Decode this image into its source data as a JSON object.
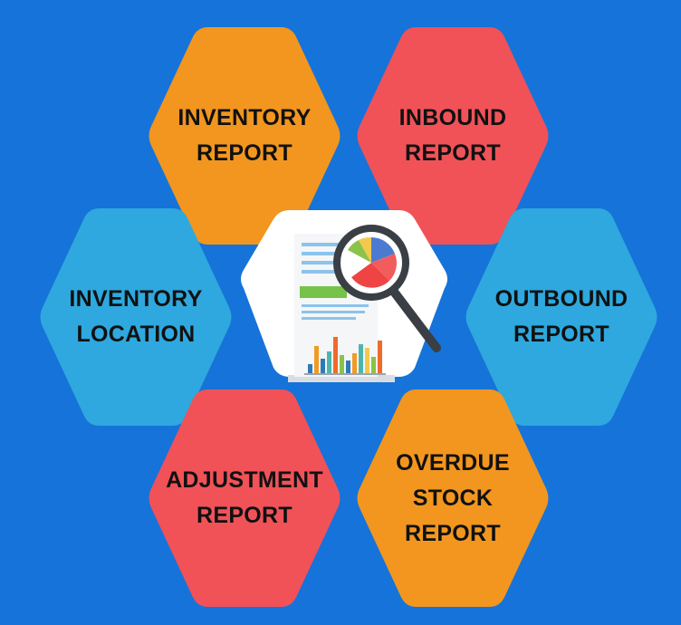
{
  "colors": {
    "background": "#1673d9",
    "orange": "#f2961f",
    "red": "#f05258",
    "cyan": "#2ea8de",
    "center": "#ffffff"
  },
  "hexagons": [
    {
      "id": "inventory-report",
      "color": "orange",
      "lines": [
        "INVENTORY",
        "REPORT"
      ]
    },
    {
      "id": "inbound-report",
      "color": "red",
      "lines": [
        "INBOUND",
        "REPORT"
      ]
    },
    {
      "id": "inventory-location",
      "color": "cyan",
      "lines": [
        "INVENTORY",
        "LOCATION"
      ]
    },
    {
      "id": "outbound-report",
      "color": "cyan",
      "lines": [
        "OUTBOUND",
        "REPORT"
      ]
    },
    {
      "id": "adjustment-report",
      "color": "red",
      "lines": [
        "ADJUSTMENT",
        "REPORT"
      ]
    },
    {
      "id": "overdue-stock-report",
      "color": "orange",
      "lines": [
        "OVERDUE",
        "STOCK",
        "REPORT"
      ]
    }
  ],
  "center_icon": "report-analytics-magnifier-icon"
}
